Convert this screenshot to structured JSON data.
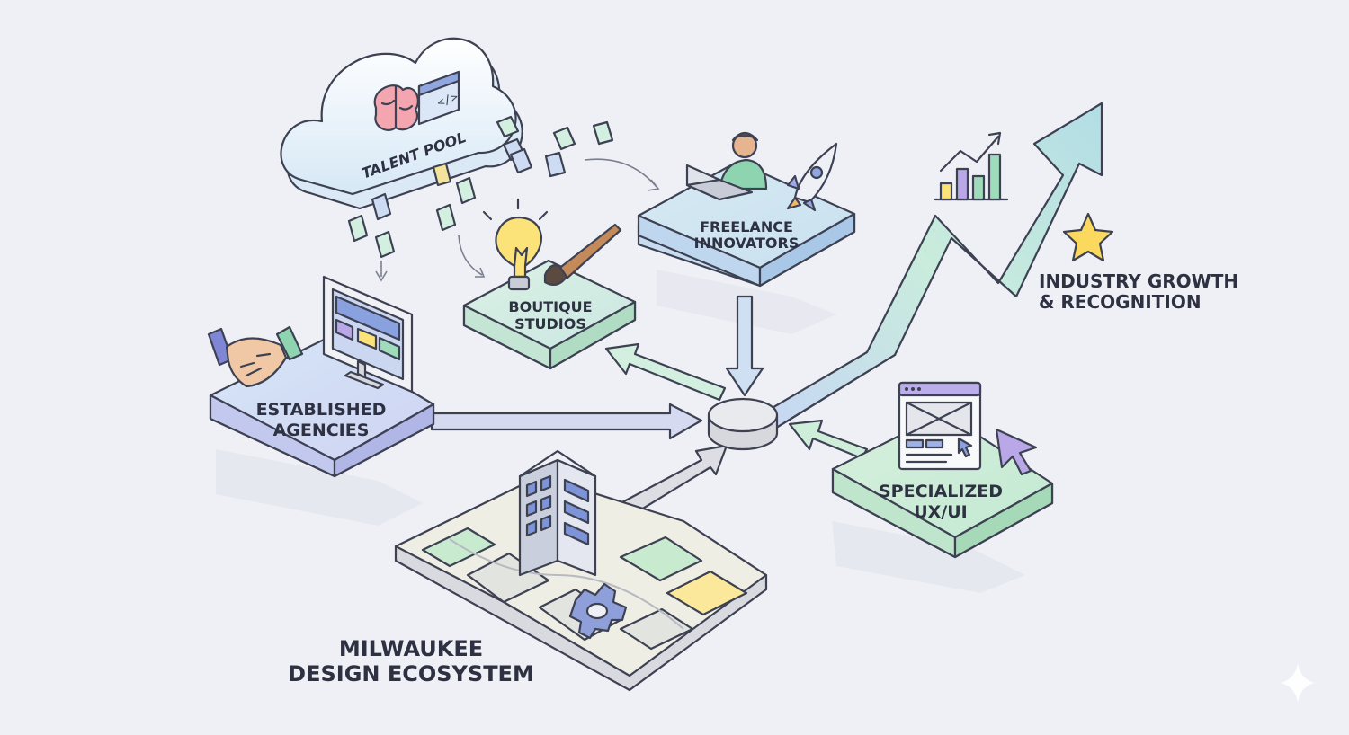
{
  "diagram": {
    "nodes": {
      "talent_pool": "TALENT POOL",
      "freelance": [
        "FREELANCE",
        "INNOVATORS"
      ],
      "boutique": [
        "BOUTIQUE",
        "STUDIOS"
      ],
      "agencies": [
        "ESTABLISHED",
        "AGENCIES"
      ],
      "ux": [
        "SPECIALIZED",
        "UX/UI"
      ],
      "growth": [
        "INDUSTRY GROWTH",
        "& RECOGNITION"
      ],
      "ecosystem": [
        "MILWAUKEE",
        "DESIGN ECOSYSTEM"
      ]
    },
    "icons": {
      "cloud": "cloud-icon",
      "brain": "brain-icon",
      "code": "code-window-icon",
      "documents": "document-icon",
      "bulb": "lightbulb-icon",
      "brush": "paintbrush-icon",
      "person": "person-laptop-icon",
      "rocket": "rocket-icon",
      "monitor": "monitor-icon",
      "handshake": "handshake-icon",
      "wireframe": "wireframe-window-icon",
      "cursor": "cursor-icon",
      "chart": "bar-chart-icon",
      "star": "star-icon",
      "building": "building-icon",
      "gear": "gear-icon",
      "map": "map-icon",
      "hub": "hub-icon"
    },
    "colors": {
      "background": "#eef0f6",
      "blue": "#cfe3f3",
      "lavender": "#d5daf3",
      "mint": "#d3efe0",
      "green": "#cdeed8",
      "outline": "#3d4152"
    }
  }
}
